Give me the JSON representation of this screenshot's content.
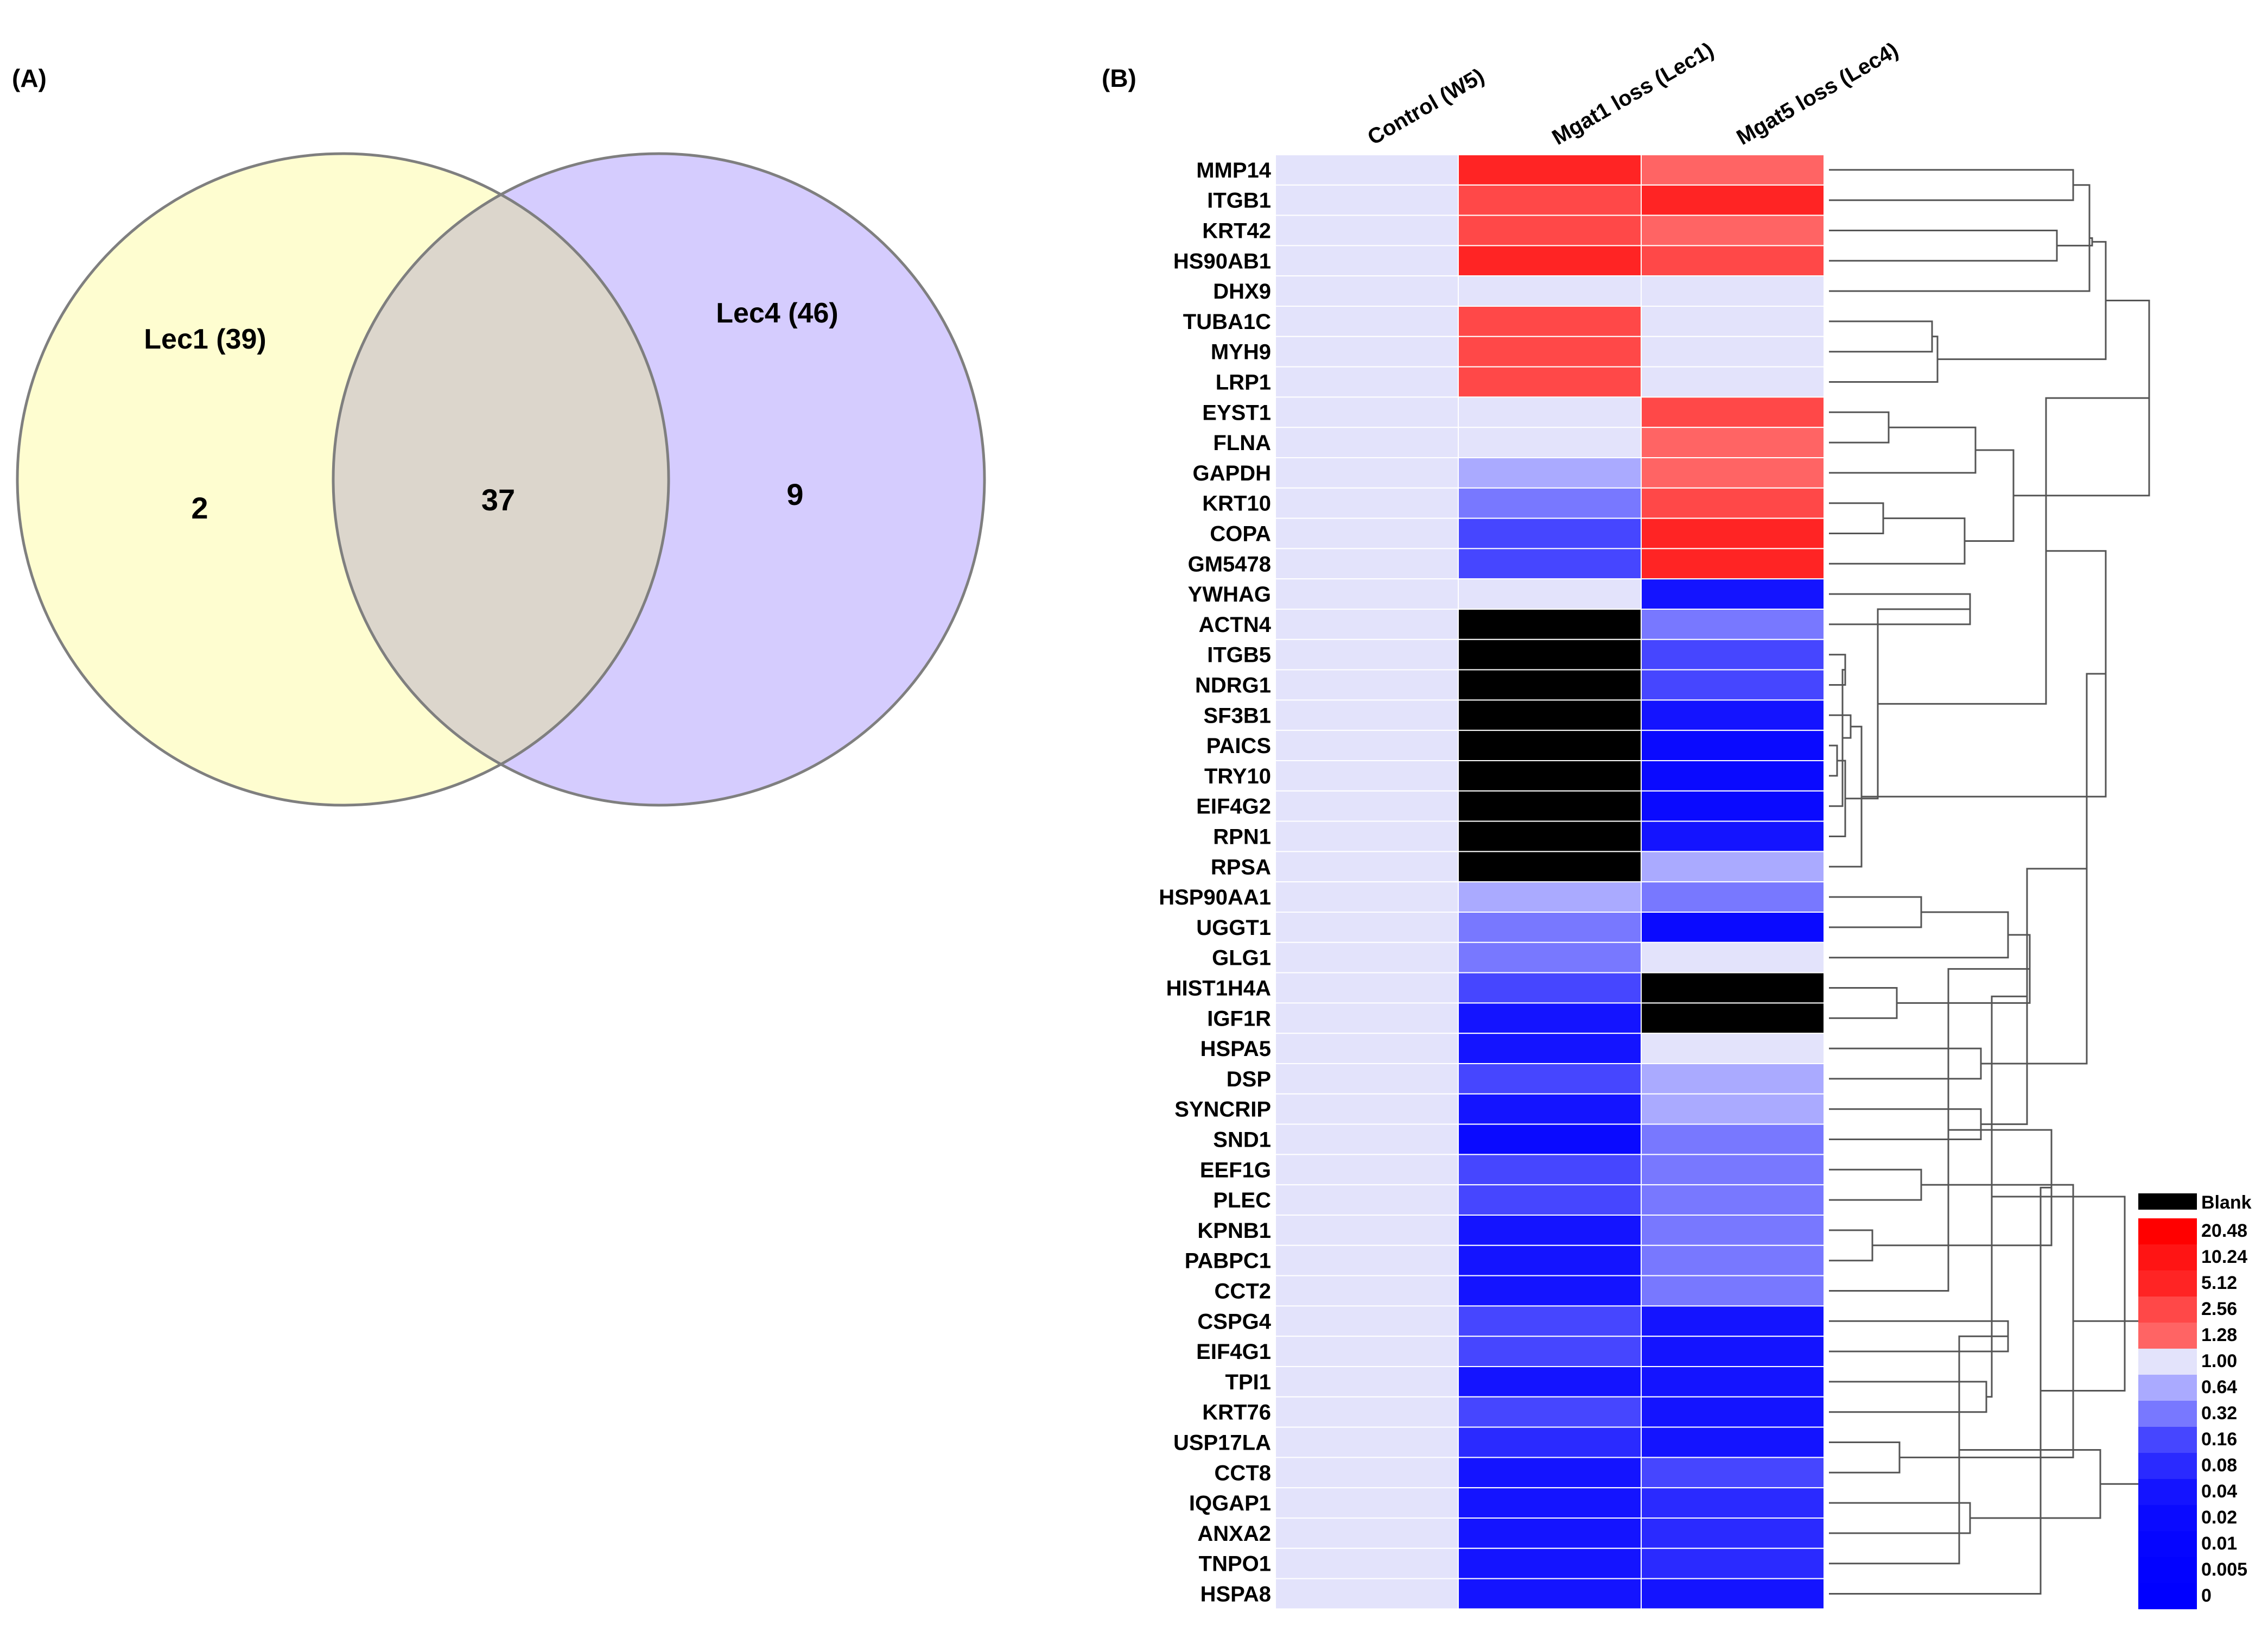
{
  "panel_a_label": "(A)",
  "panel_b_label": "(B)",
  "colors": {
    "lec1_circle": "#fefdd0",
    "lec4_circle": "#d5ccfe",
    "overlap": "#dcd6cc",
    "circle_stroke": "#7f7f7f",
    "blank": "#000000",
    "cell_border": "#ffffff",
    "dendrogram": "#555555"
  },
  "chart_data": [
    {
      "type": "venn",
      "sets": [
        {
          "name": "Lec1 (39)",
          "only": 2
        },
        {
          "name": "Lec4 (46)",
          "only": 9
        }
      ],
      "overlap": 37
    },
    {
      "type": "heatmap",
      "columns": [
        "Control (W5)",
        "Mgat1 loss (Lec1)",
        "Mgat5 loss (Lec4)"
      ],
      "rows": [
        "MMP14",
        "ITGB1",
        "KRT42",
        "HS90AB1",
        "DHX9",
        "TUBA1C",
        "MYH9",
        "LRP1",
        "EYST1",
        "FLNA",
        "GAPDH",
        "KRT10",
        "COPA",
        "GM5478",
        "YWHAG",
        "ACTN4",
        "ITGB5",
        "NDRG1",
        "SF3B1",
        "PAICS",
        "TRY10",
        "EIF4G2",
        "RPN1",
        "RPSA",
        "HSP90AA1",
        "UGGT1",
        "GLG1",
        "HIST1H4A",
        "IGF1R",
        "HSPA5",
        "DSP",
        "SYNCRIP",
        "SND1",
        "EEF1G",
        "PLEC",
        "KPNB1",
        "PABPC1",
        "CCT2",
        "CSPG4",
        "EIF4G1",
        "TPI1",
        "KRT76",
        "USP17LA",
        "CCT8",
        "IQGAP1",
        "ANXA2",
        "TNPO1",
        "HSPA8"
      ],
      "values": [
        [
          1,
          5.12,
          1.28
        ],
        [
          1,
          2.56,
          5.12
        ],
        [
          1,
          2.56,
          1.28
        ],
        [
          1,
          5.12,
          2.56
        ],
        [
          1,
          1,
          1
        ],
        [
          1,
          2.56,
          1
        ],
        [
          1,
          2.56,
          1
        ],
        [
          1,
          2.56,
          1
        ],
        [
          1,
          1,
          2.56
        ],
        [
          1,
          1,
          1.28
        ],
        [
          1,
          0.64,
          1.28
        ],
        [
          1,
          0.32,
          2.56
        ],
        [
          1,
          0.16,
          5.12
        ],
        [
          1,
          0.16,
          5.12
        ],
        [
          1,
          1,
          0.04
        ],
        [
          1,
          null,
          0.32
        ],
        [
          1,
          null,
          0.16
        ],
        [
          1,
          null,
          0.16
        ],
        [
          1,
          null,
          0.04
        ],
        [
          1,
          null,
          0.02
        ],
        [
          1,
          null,
          0.02
        ],
        [
          1,
          null,
          0.02
        ],
        [
          1,
          null,
          0.04
        ],
        [
          1,
          null,
          0.64
        ],
        [
          1,
          0.64,
          0.32
        ],
        [
          1,
          0.32,
          0.02
        ],
        [
          1,
          0.32,
          1
        ],
        [
          1,
          0.16,
          null
        ],
        [
          1,
          0.04,
          null
        ],
        [
          1,
          0.04,
          1
        ],
        [
          1,
          0.16,
          0.64
        ],
        [
          1,
          0.04,
          0.64
        ],
        [
          1,
          0.02,
          0.32
        ],
        [
          1,
          0.16,
          0.32
        ],
        [
          1,
          0.16,
          0.32
        ],
        [
          1,
          0.04,
          0.32
        ],
        [
          1,
          0.04,
          0.32
        ],
        [
          1,
          0.04,
          0.32
        ],
        [
          1,
          0.16,
          0.04
        ],
        [
          1,
          0.16,
          0.04
        ],
        [
          1,
          0.04,
          0.04
        ],
        [
          1,
          0.16,
          0.04
        ],
        [
          1,
          0.08,
          0.04
        ],
        [
          1,
          0.04,
          0.16
        ],
        [
          1,
          0.04,
          0.08
        ],
        [
          1,
          0.04,
          0.08
        ],
        [
          1,
          0.04,
          0.08
        ],
        [
          1,
          0.04,
          0.04
        ]
      ],
      "legend": {
        "blank_label": "Blank",
        "items": [
          {
            "label": "20.48",
            "color": "#ff0000"
          },
          {
            "label": "10.24",
            "color": "#ff1414"
          },
          {
            "label": "5.12",
            "color": "#ff2424"
          },
          {
            "label": "2.56",
            "color": "#ff4848"
          },
          {
            "label": "1.28",
            "color": "#ff6464"
          },
          {
            "label": "1.00",
            "color": "#e3e3fb"
          },
          {
            "label": "0.64",
            "color": "#aaaaff"
          },
          {
            "label": "0.32",
            "color": "#7878ff"
          },
          {
            "label": "0.16",
            "color": "#4646ff"
          },
          {
            "label": "0.08",
            "color": "#2a2aff"
          },
          {
            "label": "0.04",
            "color": "#1414ff"
          },
          {
            "label": "0.02",
            "color": "#0a0aff"
          },
          {
            "label": "0.01",
            "color": "#0505ff"
          },
          {
            "label": "0.005",
            "color": "#0202ff"
          },
          {
            "label": "0",
            "color": "#0000ff"
          }
        ]
      }
    }
  ]
}
